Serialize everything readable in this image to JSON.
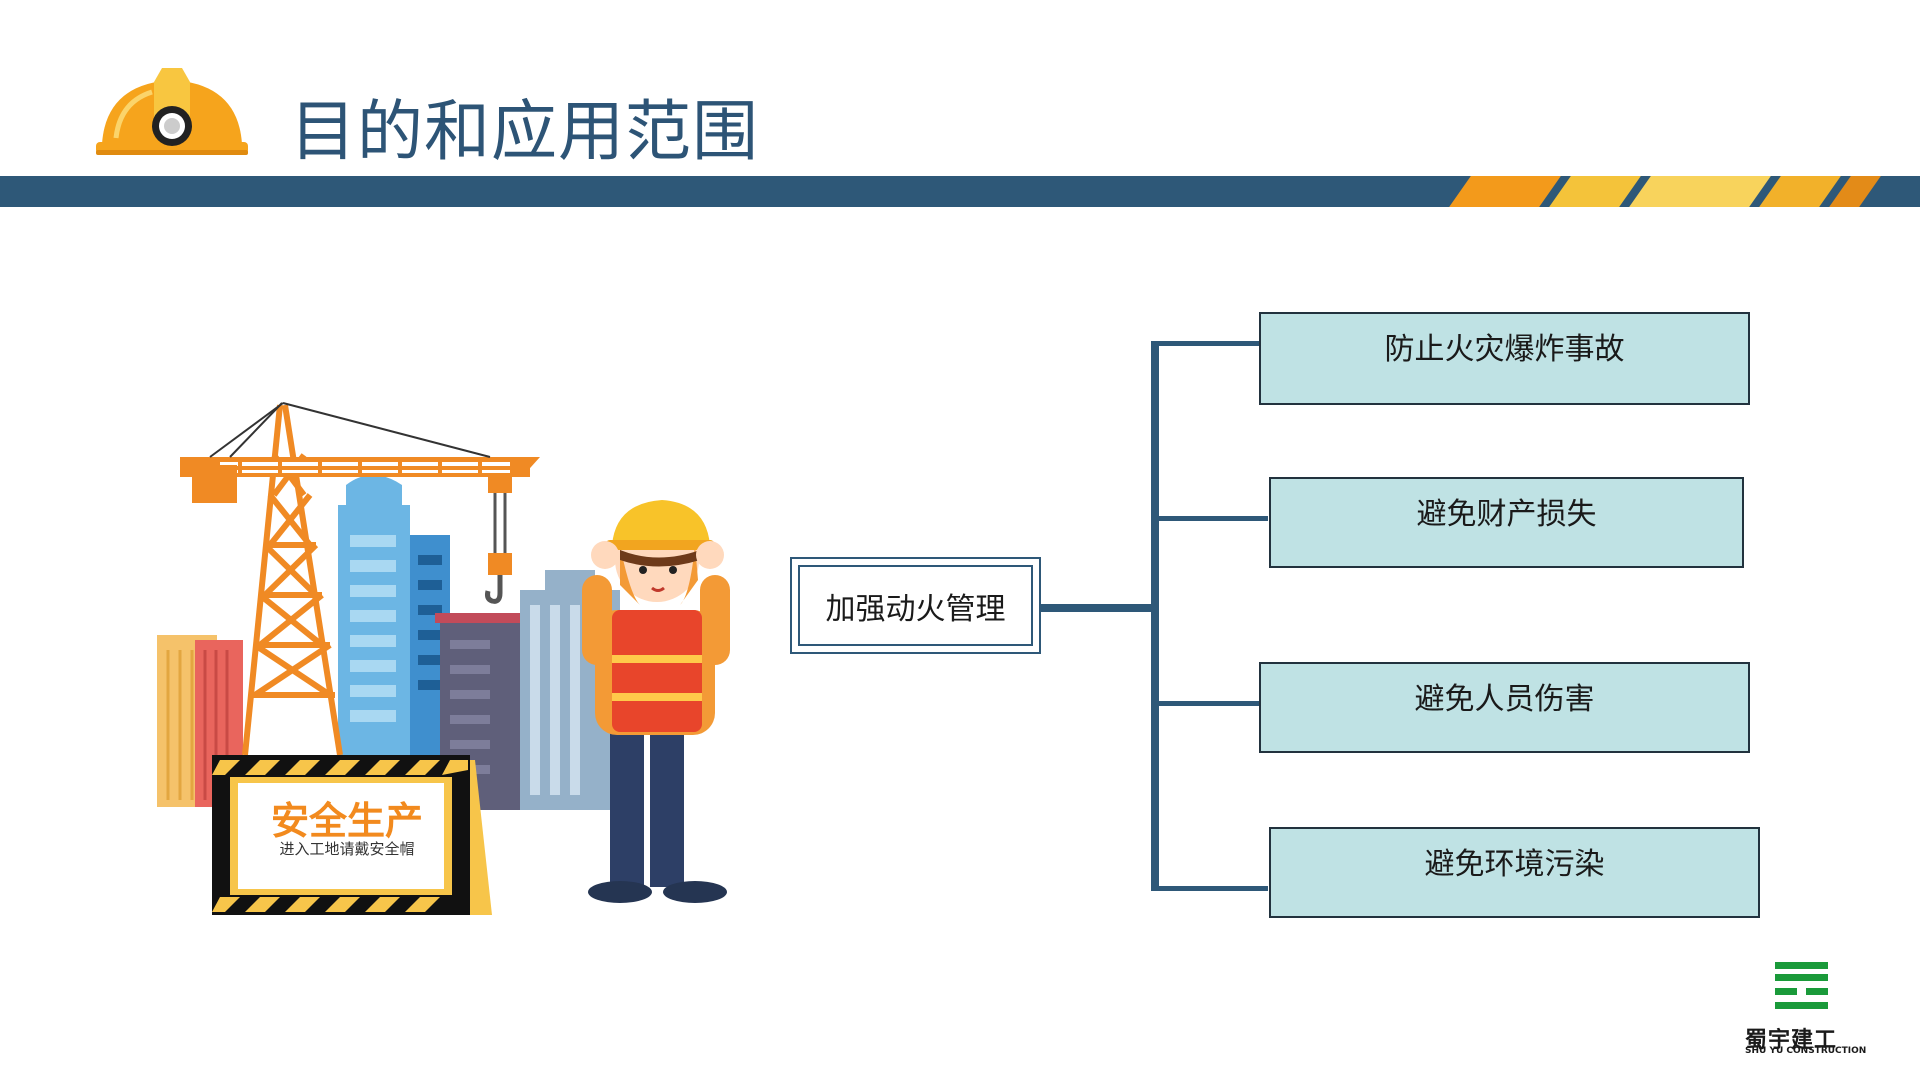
{
  "title": "目的和应用范围",
  "illustration": {
    "sign_title": "安全生产",
    "sign_subtitle": "进入工地请戴安全帽"
  },
  "diagram": {
    "root": "加强动火管理",
    "branches": [
      "防止火灾爆炸事故",
      "避免财产损失",
      "避免人员伤害",
      "避免环境污染"
    ]
  },
  "logo": {
    "name": "蜀宇建工",
    "sub": "SHU YU CONSTRUCTION"
  },
  "colors": {
    "primary": "#2e5878",
    "leaf_fill": "#bfe2e4",
    "accent": "#f4a81d",
    "logo_green": "#1a9a3a"
  }
}
